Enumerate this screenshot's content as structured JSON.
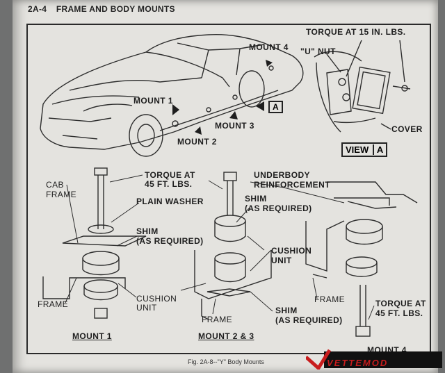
{
  "header": {
    "page_number": "2A-4",
    "title": "FRAME AND BODY MOUNTS"
  },
  "labels": {
    "mount4_top": "MOUNT 4",
    "mount1": "MOUNT 1",
    "mount2": "MOUNT 2",
    "mount3": "MOUNT 3",
    "torque15": "TORQUE AT 15 IN. LBS.",
    "u_nut": "\"U\" NUT",
    "cover": "COVER",
    "view": "VIEW",
    "a_letter": "A",
    "a_arrow_box": "A",
    "torque45_1a": "TORQUE AT",
    "torque45_1b": "45 FT. LBS.",
    "cab_frame_a": "CAB",
    "cab_frame_b": "FRAME",
    "plain_washer": "PLAIN WASHER",
    "shim1_a": "SHIM",
    "shim1_b": "(AS REQUIRED)",
    "frame1": "FRAME",
    "cushion1_a": "CUSHION",
    "cushion1_b": "UNIT",
    "underbody_a": "UNDERBODY",
    "underbody_b": "REINFORCEMENT",
    "shim23_a": "SHIM",
    "shim23_b": "(AS REQUIRED)",
    "cushion4_a": "CUSHION",
    "cushion4_b": "UNIT",
    "frame23": "FRAME",
    "shim23low_a": "SHIM",
    "shim23low_b": "(AS REQUIRED)",
    "frame4": "FRAME",
    "torque45_4a": "TORQUE AT",
    "torque45_4b": "45 FT. LBS."
  },
  "section_titles": {
    "mount1": "MOUNT 1",
    "mount23": "MOUNT 2 & 3",
    "mount4": "MOUNT 4"
  },
  "caption": "Fig. 2A-8--\"Y\" Body Mounts",
  "watermark": {
    "text": "VETTEMOD",
    "color": "#c81d1d"
  }
}
